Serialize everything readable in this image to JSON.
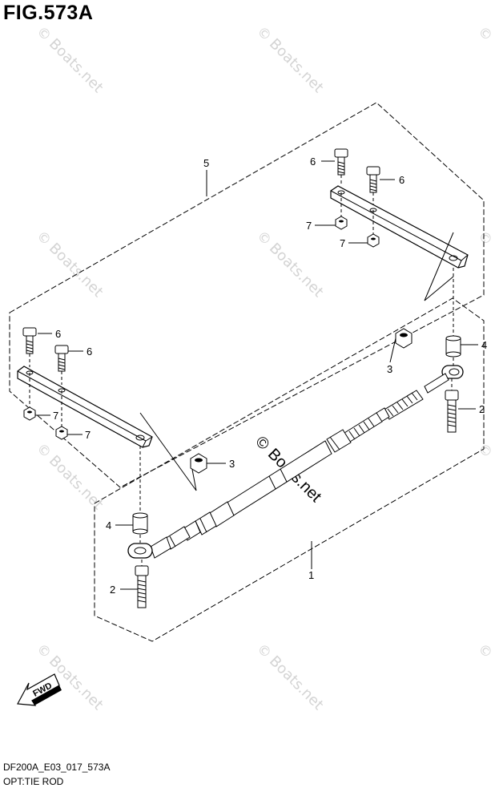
{
  "figure": {
    "title": "FIG.573A",
    "code": "DF200A_E03_017_573A",
    "caption": "OPT:TIE ROD"
  },
  "watermark": {
    "text": "Boats.net",
    "symbol": "©"
  },
  "fwd_label": "FWD",
  "callouts": {
    "c1": "1",
    "c2a": "2",
    "c2b": "2",
    "c3a": "3",
    "c3b": "3",
    "c4a": "4",
    "c4b": "4",
    "c5": "5",
    "c6a": "6",
    "c6b": "6",
    "c6c": "6",
    "c6d": "6",
    "c7a": "7",
    "c7b": "7",
    "c7c": "7",
    "c7d": "7"
  }
}
